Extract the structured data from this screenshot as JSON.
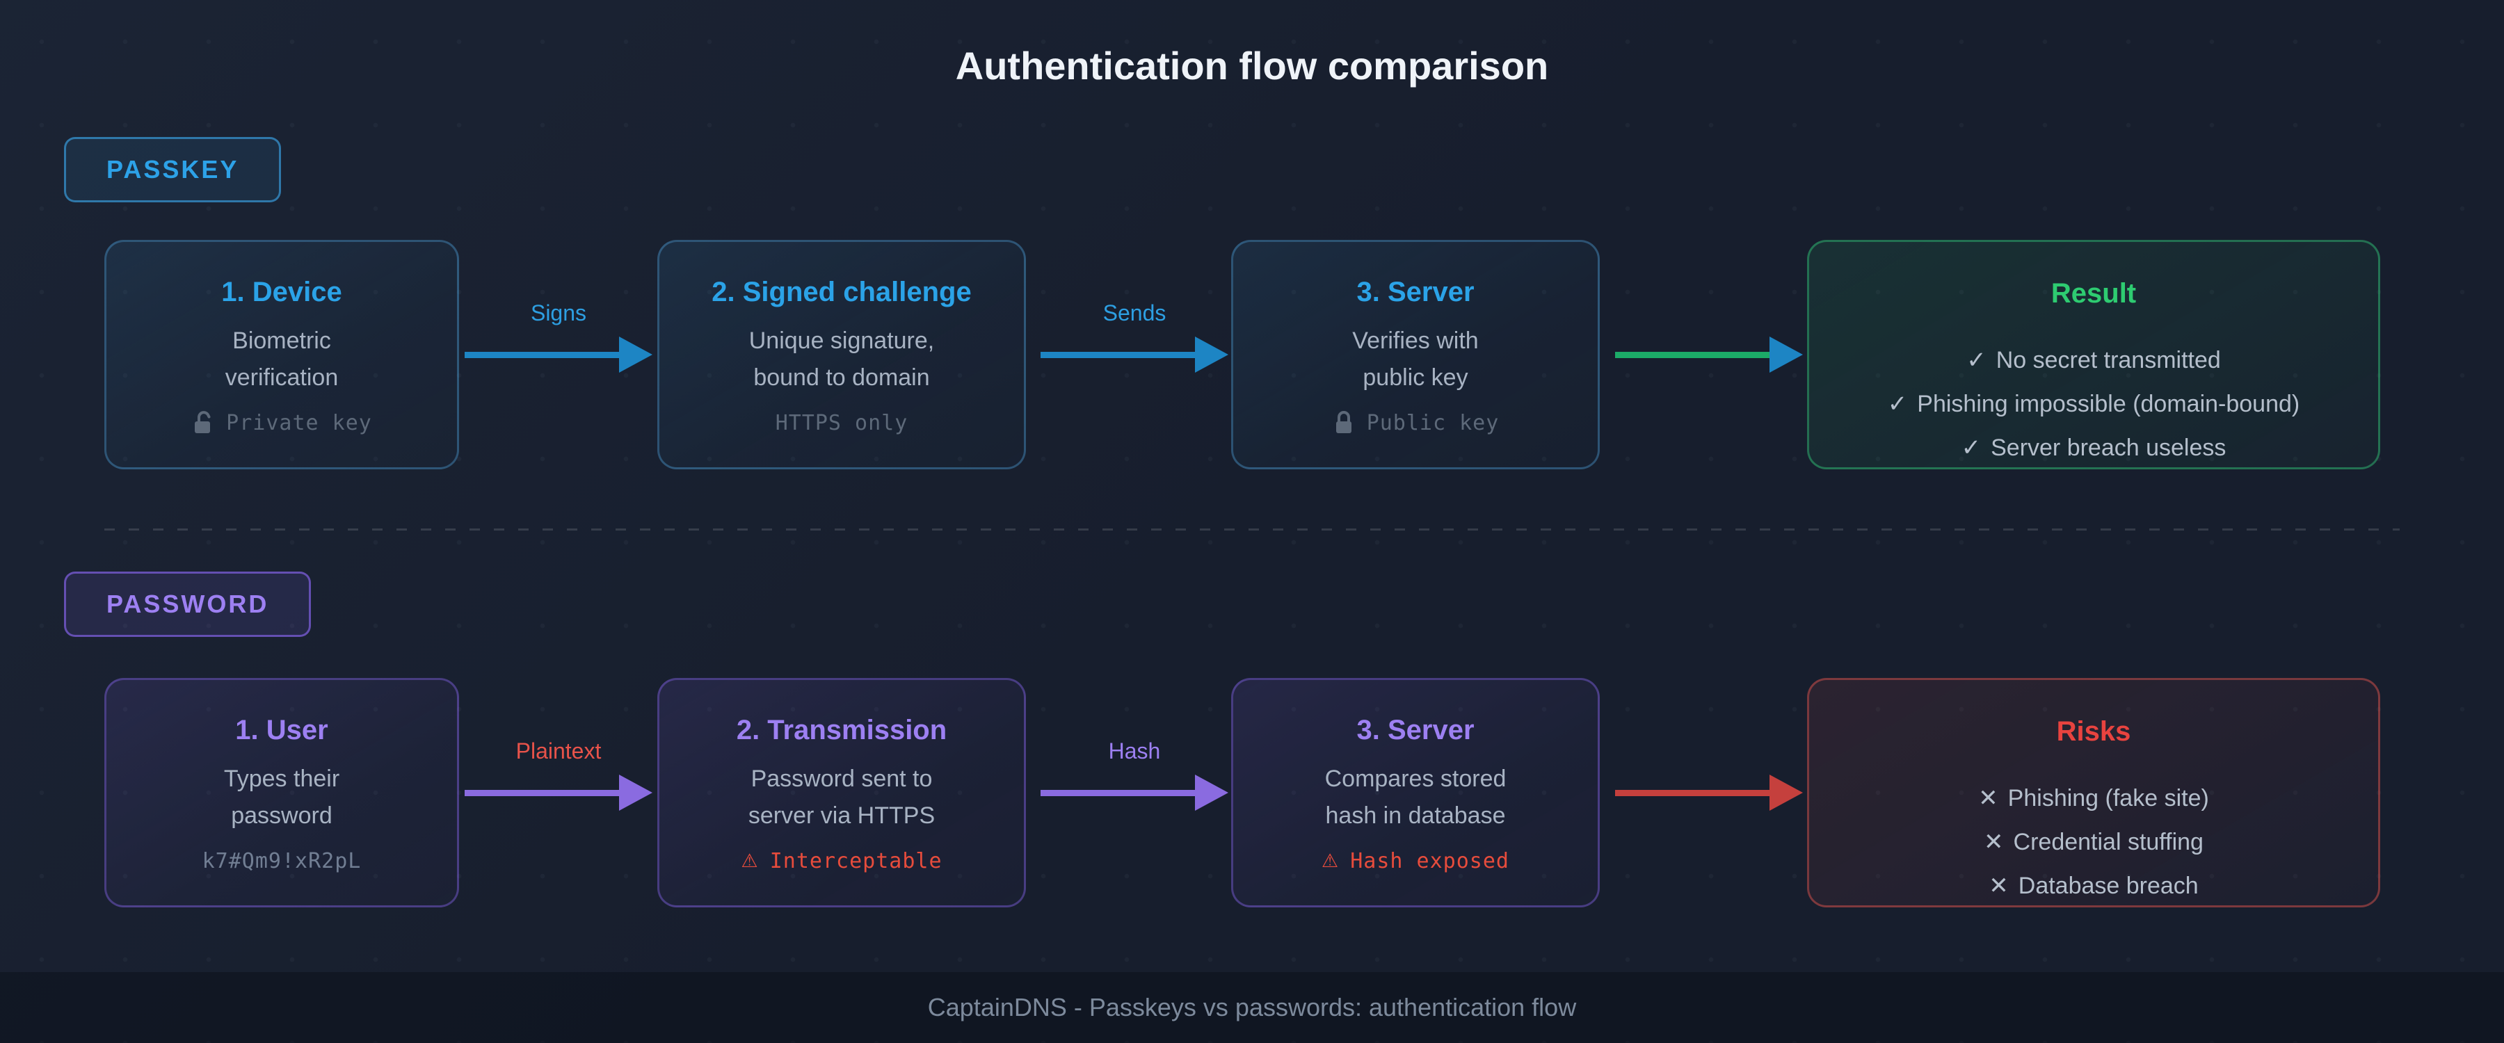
{
  "page": {
    "title": "Authentication flow comparison",
    "footer": "CaptainDNS - Passkeys vs passwords: authentication flow"
  },
  "colors": {
    "background": "#171e2d",
    "footer_bar": "#121826",
    "blue_accent": "#2ba3e8",
    "green_accent": "#2ecc71",
    "purple_accent": "#9d80f2",
    "red_accent": "#e74c3c",
    "body_text": "#a8b3c3",
    "muted_mono_text": "#5d6979",
    "arrow_blue": "#1d85c4",
    "arrow_green": "#1cab68",
    "arrow_purple": "#8a6be0",
    "arrow_red": "#c5403d"
  },
  "icons": {
    "warning": "⚠"
  },
  "passkey": {
    "badge": "PASSKEY",
    "steps": [
      {
        "title": "1. Device",
        "body": "Biometric\nverification",
        "note": "Private key",
        "note_icon": "unlock-icon"
      },
      {
        "title": "2. Signed challenge",
        "body": "Unique signature,\nbound to domain",
        "note": "HTTPS only",
        "note_icon": ""
      },
      {
        "title": "3. Server",
        "body": "Verifies with\npublic key",
        "note": "Public key",
        "note_icon": "lock-icon"
      }
    ],
    "arrows": [
      {
        "label": "Signs"
      },
      {
        "label": "Sends"
      },
      {
        "label": ""
      }
    ],
    "result": {
      "title": "Result",
      "items": [
        {
          "mark": "✓",
          "text": "No secret transmitted"
        },
        {
          "mark": "✓",
          "text": "Phishing impossible (domain-bound)"
        },
        {
          "mark": "✓",
          "text": "Server breach useless"
        }
      ]
    }
  },
  "password": {
    "badge": "PASSWORD",
    "steps": [
      {
        "title": "1. User",
        "body": "Types their\npassword",
        "note": "k7#Qm9!xR2pL",
        "note_icon": ""
      },
      {
        "title": "2. Transmission",
        "body": "Password sent to\nserver via HTTPS",
        "note": "Interceptable",
        "note_icon": "warning-icon"
      },
      {
        "title": "3. Server",
        "body": "Compares stored\nhash in database",
        "note": "Hash exposed",
        "note_icon": "warning-icon"
      }
    ],
    "arrows": [
      {
        "label": "Plaintext"
      },
      {
        "label": "Hash"
      },
      {
        "label": ""
      }
    ],
    "result": {
      "title": "Risks",
      "items": [
        {
          "mark": "✕",
          "text": "Phishing (fake site)"
        },
        {
          "mark": "✕",
          "text": "Credential stuffing"
        },
        {
          "mark": "✕",
          "text": "Database breach"
        }
      ]
    }
  }
}
